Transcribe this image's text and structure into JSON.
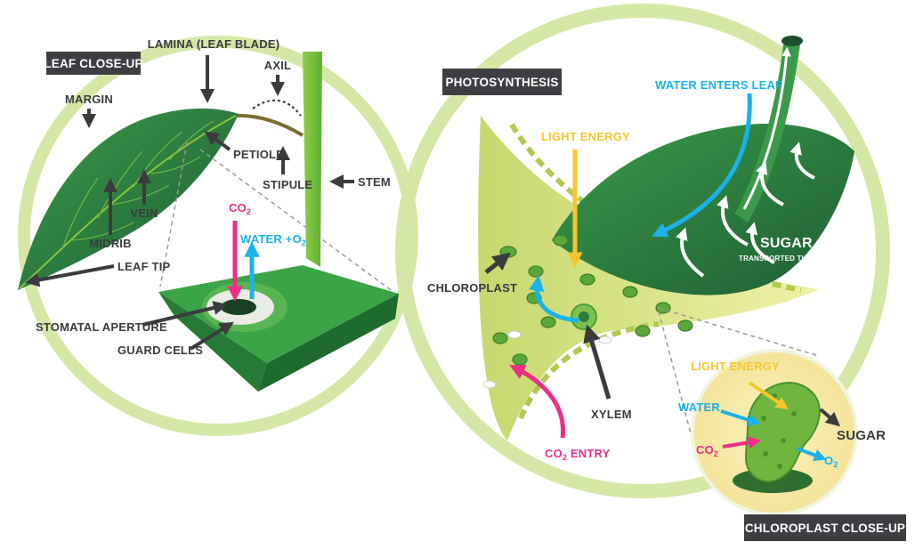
{
  "colors": {
    "ring": "#d5e7a6",
    "leaf_dark": "#2c7a3f",
    "leaf_mid": "#5cb445",
    "leaf_light": "#d6e27e",
    "label_dark": "#3a3b3e",
    "water_blue": "#1ab2e8",
    "co2_pink": "#ee2d87",
    "light_yellow": "#f7c62b",
    "tag_bg": "#3d3e42"
  },
  "panels": {
    "leaf_closeup": {
      "tag": "LEAF CLOSE-UP",
      "labels": {
        "lamina": "LAMINA (LEAF BLADE)",
        "axil": "AXIL",
        "margin": "MARGIN",
        "petiole": "PETIOLE",
        "stipule": "STIPULE",
        "stem": "STEM",
        "vein": "VEIN",
        "midrib": "MIDRIB",
        "leaf_tip": "LEAF TIP",
        "stomatal_aperture": "STOMATAL APERTURE",
        "guard_cells": "GUARD CELLS"
      },
      "gas_labels": {
        "co2_base": "CO",
        "co2_sub": "2",
        "water_o2_base": "WATER +O",
        "water_o2_sub": "2"
      }
    },
    "photosynthesis": {
      "tag": "PHOTOSYNTHESIS",
      "labels": {
        "water_enters_leaf": "WATER ENTERS LEAF",
        "light_energy": "LIGHT ENERGY",
        "sugar": "SUGAR",
        "sugar_note": "TRANSPORTED THROUGH PLANT",
        "chloroplast": "CHLOROPLAST",
        "xylem": "XYLEM",
        "co2_entry_base": "CO",
        "co2_entry_sub": "2",
        "co2_entry_rest": " ENTRY"
      }
    },
    "chloroplast_closeup": {
      "tag": "CHLOROPLAST CLOSE-UP",
      "labels": {
        "light_energy": "LIGHT ENERGY",
        "water": "WATER",
        "sugar": "SUGAR",
        "co2_base": "CO",
        "co2_sub": "2",
        "o2_base": "O",
        "o2_sub": "2"
      }
    }
  }
}
